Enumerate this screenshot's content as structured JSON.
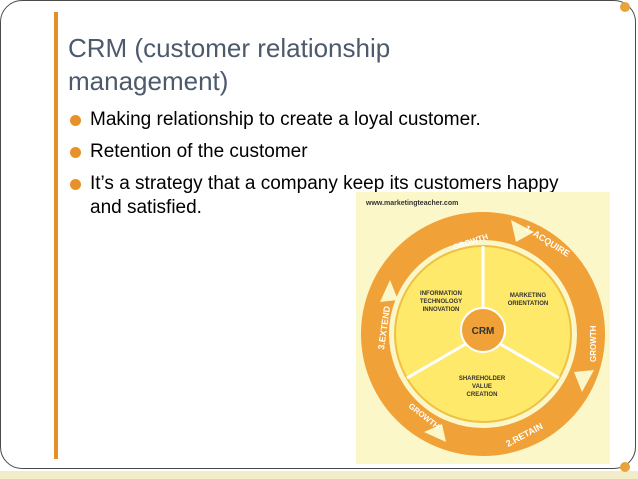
{
  "slide": {
    "title": "CRM (customer relationship\nmanagement)",
    "bullets": [
      "Making relationship to create a loyal customer.",
      "Retention of the customer",
      "It’s a strategy that a company keep its customers happy and satisfied."
    ]
  },
  "diagram": {
    "source_url": "www.marketingteacher.com",
    "center_label": "CRM",
    "segments": [
      {
        "line1": "INFORMATION",
        "line2": "TECHNOLOGY",
        "line3": "INNOVATION"
      },
      {
        "line1": "MARKETING",
        "line2": "ORIENTATION",
        "line3": ""
      },
      {
        "line1": "SHAREHOLDER",
        "line2": "VALUE",
        "line3": "CREATION"
      }
    ],
    "ring_labels": {
      "acquire": "1. ACQUIRE",
      "retain": "2.RETAIN",
      "extend": "3.EXTEND",
      "growth_top": "GROWTH",
      "growth_right": "GROWTH",
      "growth_bottom": "GROWTH"
    },
    "colors": {
      "ring": "#f0a137",
      "ring_dark": "#d98420",
      "inner": "#ffe96b",
      "center": "#f0a137",
      "background": "#fbf7c8"
    }
  }
}
